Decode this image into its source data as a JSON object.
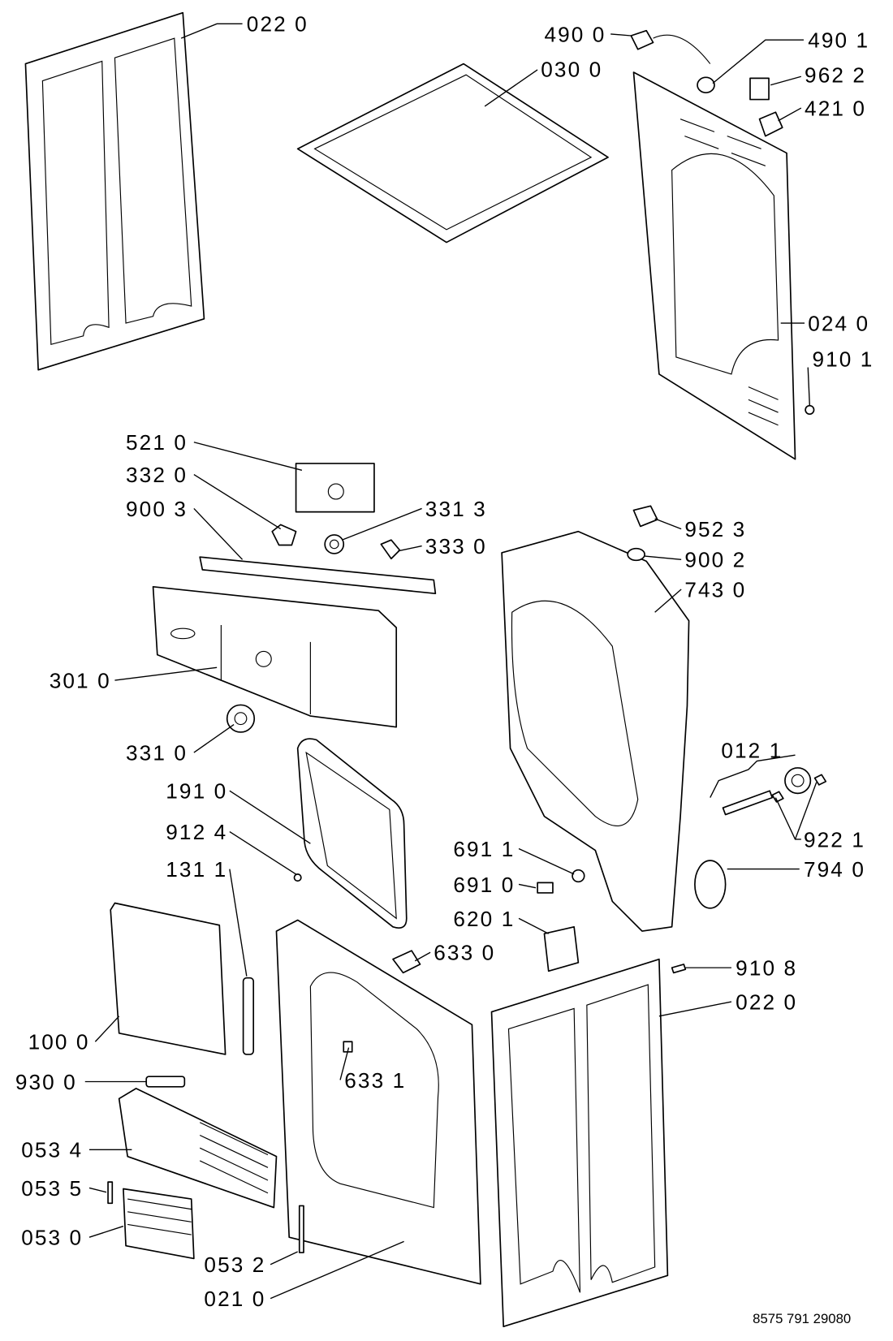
{
  "labels": {
    "l0220a": "022 0",
    "l4900": "490 0",
    "l0300": "030 0",
    "l4901": "490 1",
    "l9622": "962 2",
    "l4210": "421 0",
    "l0240": "024 0",
    "l9101": "910 1",
    "l5210": "521 0",
    "l3320": "332 0",
    "l9003": "900 3",
    "l3313": "331 3",
    "l3330": "333 0",
    "l9523": "952 3",
    "l9002": "900 2",
    "l7430": "743 0",
    "l3010": "301 0",
    "l3310": "331 0",
    "l0121": "012 1",
    "l9221": "922 1",
    "l1910": "191 0",
    "l9124": "912 4",
    "l1311": "131 1",
    "l6911": "691 1",
    "l6910": "691 0",
    "l7940": "794 0",
    "l6201": "620 1",
    "l6330": "633 0",
    "l9108": "910 8",
    "l0220b": "022 0",
    "l1000": "100 0",
    "l6331": "633 1",
    "l9300": "930 0",
    "l0534": "053 4",
    "l0535": "053 5",
    "l0530": "053 0",
    "l0532": "053 2",
    "l0210": "021 0"
  },
  "drawing_code": "8575 791 29080"
}
